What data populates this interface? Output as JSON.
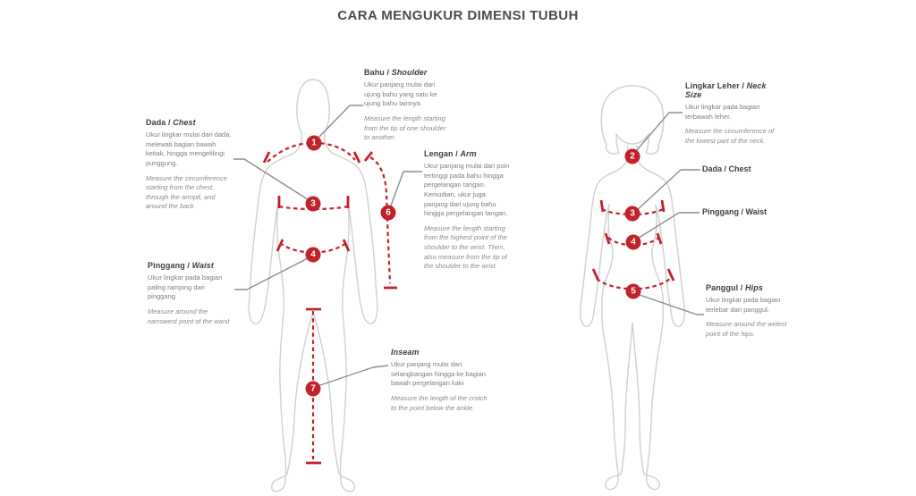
{
  "title": "CARA MENGUKUR DIMENSI TUBUH",
  "colors": {
    "accent": "#c1222b",
    "connector": "#8d8d8d",
    "silhouette": "#cfcfcf",
    "title_color": "#4c4c4c",
    "heading_color": "#3e3e3e"
  },
  "markers": {
    "m1": "1",
    "m2": "2",
    "m3": "3",
    "m4": "4",
    "m5": "5",
    "m6": "6",
    "m7": "7",
    "m3b": "3",
    "m4b": "4"
  },
  "blocks": {
    "bahu": {
      "title_id": "Bahu /",
      "title_en": "Shoulder",
      "desc_id": "Ukur panjang mulai dari ujung bahu yang satu ke ujung bahu lainnya.",
      "desc_en": "Measure the length starting from the tip of one shoulder to another."
    },
    "dada_left": {
      "title_id": "Dada /",
      "title_en": "Chest",
      "desc_id": "Ukur lingkar mulai dari dada, melewati bagian bawah ketiak, hingga mengelilingi punggung.",
      "desc_en": "Measure the circumference starting from the chest, through the armpit, and around the back"
    },
    "lengan": {
      "title_id": "Lengan /",
      "title_en": "Arm",
      "desc_id": "Ukur panjang mulai dari poin tertinggi pada bahu hingga pergelangan tangan. Kemudian, ukur juga panjang dari ujung bahu hingga pergelangan tangan.",
      "desc_en": "Measure the length starting from the highest point of the shoulder to the wrist. Then, also measure from the tip of the shoulder to the wrist."
    },
    "pinggang_left": {
      "title_id": "Pinggang /",
      "title_en": "Waist",
      "desc_id": "Ukur lingkar pada bagian paling ramping dari pinggang.",
      "desc_en": "Measure around the narrowest point of the waist"
    },
    "inseam": {
      "title_en": "Inseam",
      "desc_id": "Ukur panjang mulai dari selangkangan hingga ke bagian bawah pergelangan kaki",
      "desc_en": "Measure the length of the crotch to the point below the ankle."
    },
    "lingkar_leher": {
      "title_id": "Lingkar Leher /",
      "title_en": "Neck Size",
      "desc_id": "Ukur lingkar pada bagian terbawah leher.",
      "desc_en": "Measure the circumference of the lowest part of the neck."
    },
    "dada_right": {
      "label": "Dada / Chest"
    },
    "pinggang_right": {
      "label": "Pinggang / Waist"
    },
    "panggul": {
      "title_id": "Panggul /",
      "title_en": "Hips",
      "desc_id": "Ukur lingkar pada bagian terlebar dari panggul.",
      "desc_en": "Measure around the widest point of the hips."
    }
  }
}
